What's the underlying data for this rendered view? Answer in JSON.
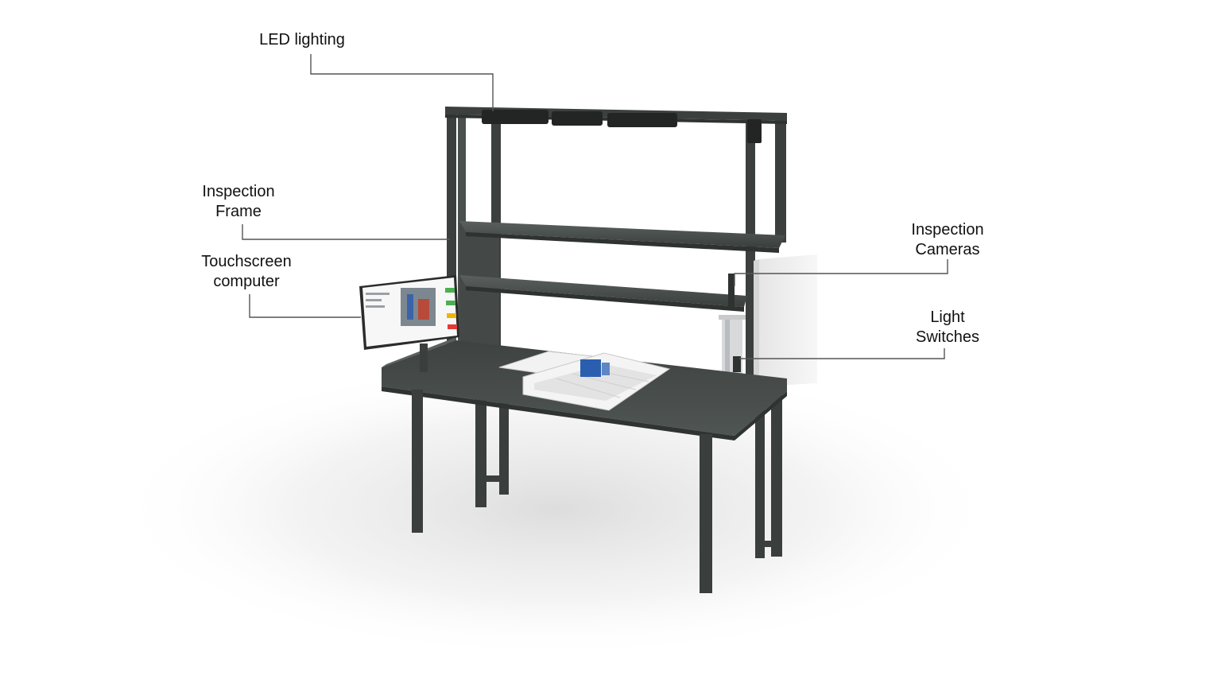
{
  "callouts": {
    "led_lighting": "LED lighting",
    "inspection_frame": [
      "Inspection",
      "Frame"
    ],
    "touchscreen_computer": [
      "Touchscreen",
      "computer"
    ],
    "inspection_cameras": [
      "Inspection",
      "Cameras"
    ],
    "light_switches": [
      "Light",
      "Switches"
    ]
  },
  "colors": {
    "frame": "#3b403e",
    "desk_top": "#4a504d",
    "leader_line": "#555555",
    "tray": "#f2f2f2",
    "screen_green": "#4caf50",
    "screen_yellow": "#f0b400",
    "screen_red": "#e53935",
    "part_blue": "#2a5fb0"
  }
}
